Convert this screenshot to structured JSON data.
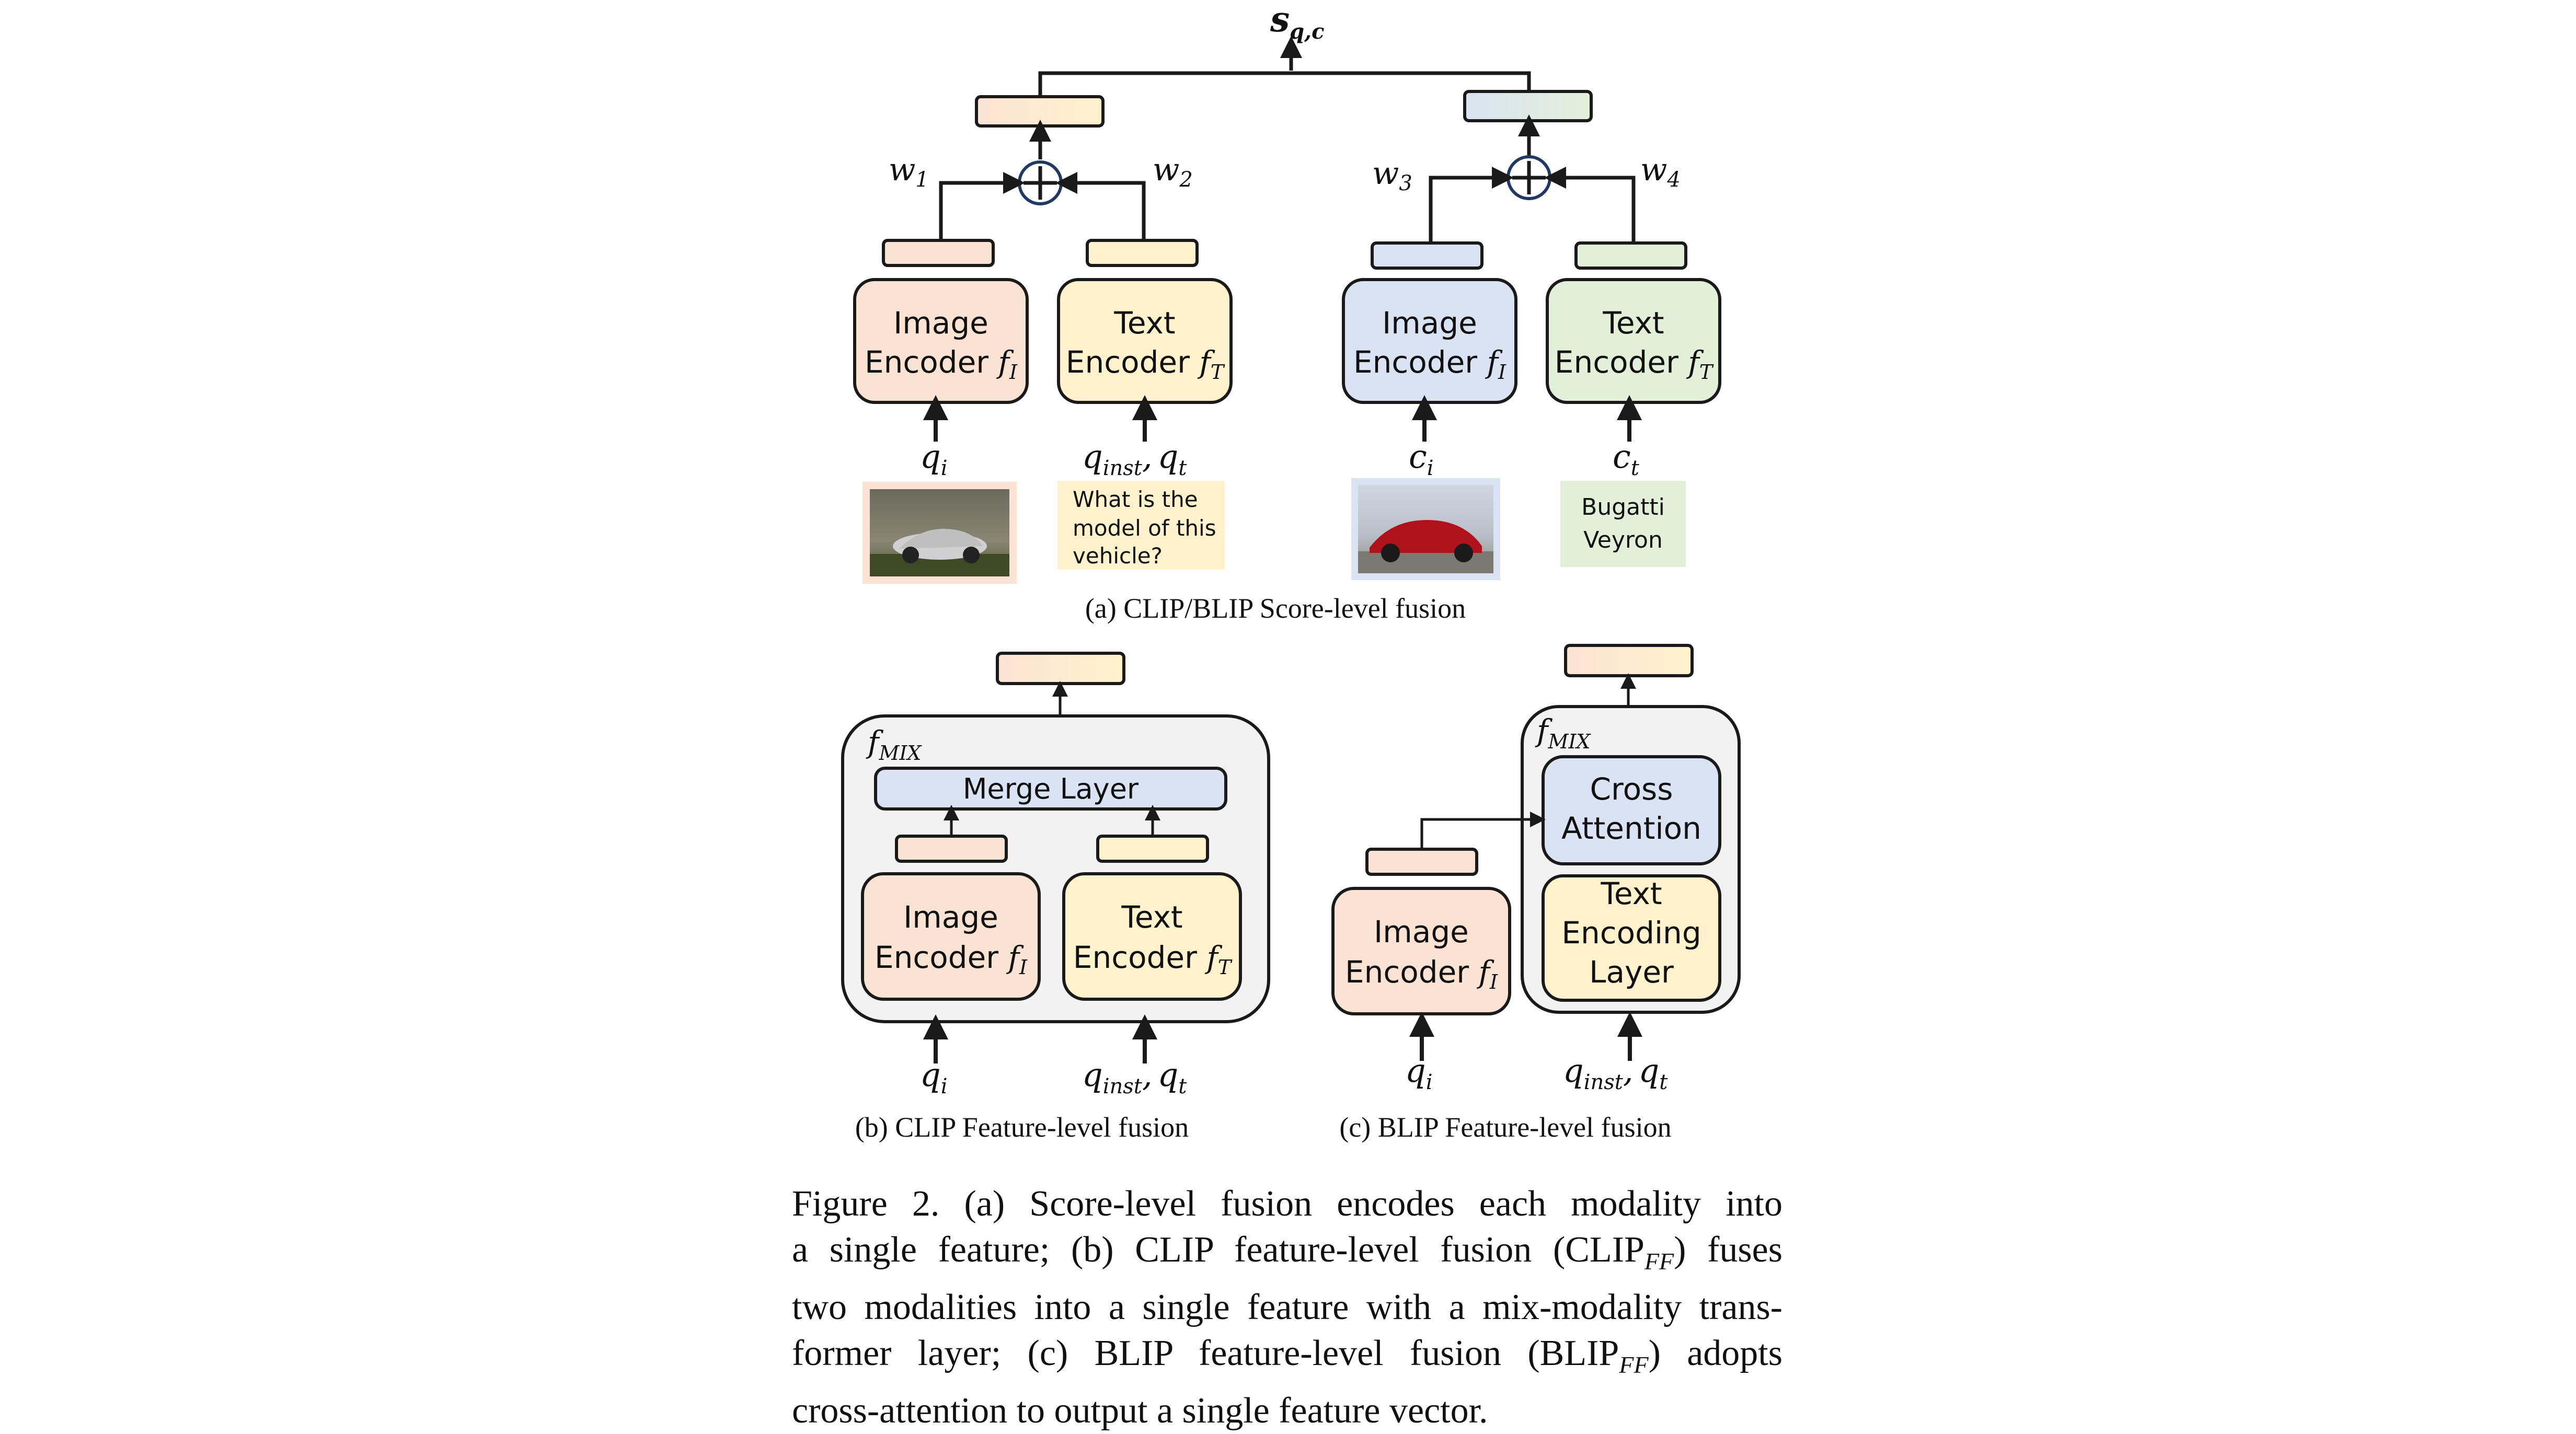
{
  "colors": {
    "image_fill": "#fbe3d4",
    "text_fill": "#fff2cc",
    "clip_img_fill": "#dae3f3",
    "clip_txt_fill": "#e2f0d9",
    "merge_fill": "#dae3f3",
    "mix_fill": "#f2f2f2",
    "stroke": "#1a1a1a"
  },
  "score": {
    "label_main": "s",
    "label_sub": "q,c"
  },
  "weights": {
    "w1": "w",
    "w1_sub": "1",
    "w2": "w",
    "w2_sub": "2",
    "w3": "w",
    "w3_sub": "3",
    "w4": "w",
    "w4_sub": "4"
  },
  "encoders": {
    "image_l1": "Image",
    "image_l2": "Encoder",
    "image_f": "f",
    "image_f_sub": "I",
    "text_l1": "Text",
    "text_l2": "Encoder",
    "text_f": "f",
    "text_f_sub": "T"
  },
  "inputs": {
    "q": "q",
    "q_i_sub": "i",
    "q_inst_sub": "inst",
    "q_t_sub": "t",
    "c": "c",
    "c_i_sub": "i",
    "c_t_sub": "t",
    "comma": ","
  },
  "query_text": [
    "What is the",
    "model of this",
    "vehicle?"
  ],
  "candidate_text": [
    "Bugatti",
    "Veyron"
  ],
  "subcaptions": {
    "a": "(a) CLIP/BLIP Score-level fusion",
    "b": "(b) CLIP Feature-level fusion",
    "c": "(c) BLIP Feature-level fusion"
  },
  "mix": {
    "f": "f",
    "f_sub": "MIX"
  },
  "merge_layer": "Merge Layer",
  "cross_attention": [
    "Cross",
    "Attention"
  ],
  "text_encoding_layer": [
    "Text",
    "Encoding",
    "Layer"
  ],
  "figure_caption": {
    "line1": "Figure 2.   (a) Score-level fusion encodes each modality into",
    "line2": "a single feature; (b) CLIP feature-level fusion (CLIP",
    "line2_sub": "FF",
    "line2_end": ") fuses",
    "line3": "two modalities into a single feature with a mix-modality trans-",
    "line4": "former layer; (c) BLIP feature-level fusion (BLIP",
    "line4_sub": "FF",
    "line4_end": ") adopts",
    "line5": "cross-attention to output a single feature vector."
  }
}
